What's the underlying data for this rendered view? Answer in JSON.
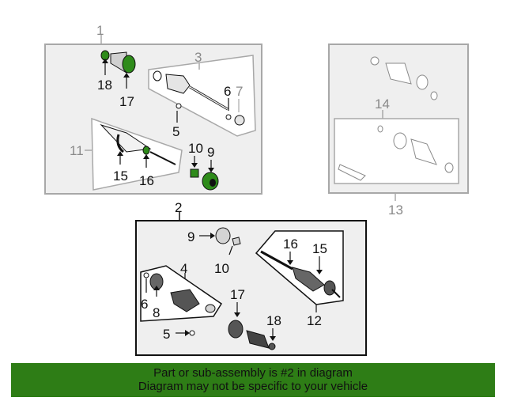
{
  "diagram": {
    "groups": {
      "g1": "1",
      "g3": "3",
      "g11": "11",
      "g13": "13",
      "g14": "14",
      "g2": "2",
      "g4": "4",
      "g12": "12"
    },
    "top_left_labels": {
      "l18": "18",
      "l17": "17",
      "l6": "6",
      "l7": "7",
      "l5": "5",
      "l10": "10",
      "l9": "9",
      "l15": "15",
      "l16": "16"
    },
    "bottom_labels": {
      "l9": "9",
      "l10": "10",
      "l16": "16",
      "l15": "15",
      "l6": "6",
      "l8": "8",
      "l17": "17",
      "l18": "18",
      "l5": "5"
    },
    "colors": {
      "highlight": "#2e8b1a",
      "banner": "#2e7d16",
      "box_gray": "#a8a8a8"
    }
  },
  "banner": {
    "line1": "Part or sub-assembly is #2 in diagram",
    "line2": "Diagram may not be specific to your vehicle"
  }
}
